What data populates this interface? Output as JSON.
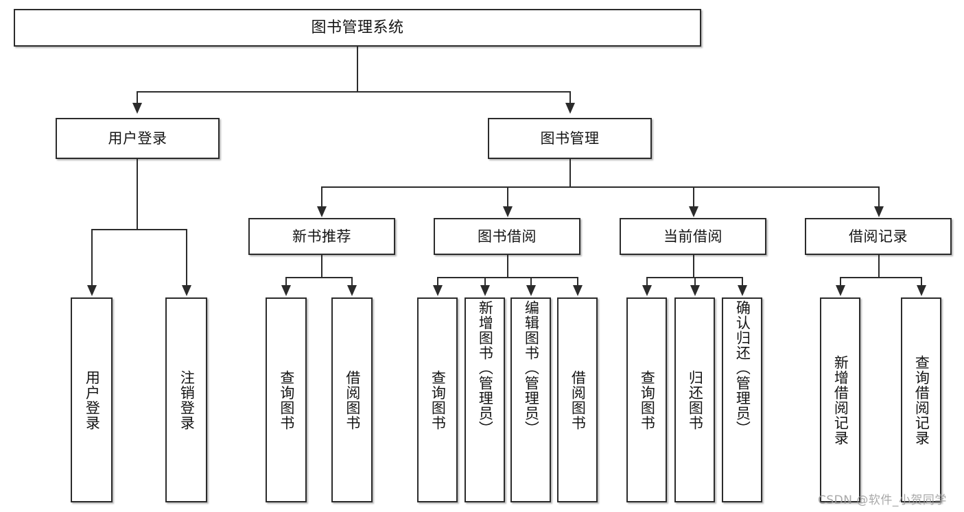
{
  "diagram": {
    "title": "图书管理系统",
    "type": "tree",
    "root": {
      "id": "root",
      "label": "图书管理系统"
    },
    "level2": [
      {
        "id": "user-login",
        "label": "用户登录"
      },
      {
        "id": "book-manage",
        "label": "图书管理"
      }
    ],
    "level3": [
      {
        "id": "new-book-rec",
        "label": "新书推荐",
        "parent": "book-manage"
      },
      {
        "id": "book-borrow",
        "label": "图书借阅",
        "parent": "book-manage"
      },
      {
        "id": "current-borrow",
        "label": "当前借阅",
        "parent": "book-manage"
      },
      {
        "id": "borrow-record",
        "label": "借阅记录",
        "parent": "book-manage"
      }
    ],
    "leaves": [
      {
        "id": "leaf-user-login",
        "label": "用户登录",
        "parent": "user-login"
      },
      {
        "id": "leaf-user-logout",
        "label": "注销登录",
        "parent": "user-login"
      },
      {
        "id": "leaf-query-book-1",
        "label": "查询图书",
        "parent": "new-book-rec"
      },
      {
        "id": "leaf-borrow-book-1",
        "label": "借阅图书",
        "parent": "new-book-rec"
      },
      {
        "id": "leaf-query-book-2",
        "label": "查询图书",
        "parent": "book-borrow"
      },
      {
        "id": "leaf-add-book",
        "label": "新增图书（管理员）",
        "parent": "book-borrow"
      },
      {
        "id": "leaf-edit-book",
        "label": "编辑图书（管理员）",
        "parent": "book-borrow"
      },
      {
        "id": "leaf-borrow-book-2",
        "label": "借阅图书",
        "parent": "book-borrow"
      },
      {
        "id": "leaf-query-book-3",
        "label": "查询图书",
        "parent": "current-borrow"
      },
      {
        "id": "leaf-return-book",
        "label": "归还图书",
        "parent": "current-borrow"
      },
      {
        "id": "leaf-confirm-return",
        "label": "确认归还（管理员）",
        "parent": "current-borrow"
      },
      {
        "id": "leaf-add-record",
        "label": "新增借阅记录",
        "parent": "borrow-record"
      },
      {
        "id": "leaf-query-record",
        "label": "查询借阅记录",
        "parent": "borrow-record"
      }
    ]
  },
  "watermark": {
    "text": "CSDN @软件_小贺同学"
  },
  "colors": {
    "stroke": "#2b2b2b",
    "fill": "#ffffff",
    "text": "#141414",
    "watermark": "#9a9a9a"
  }
}
